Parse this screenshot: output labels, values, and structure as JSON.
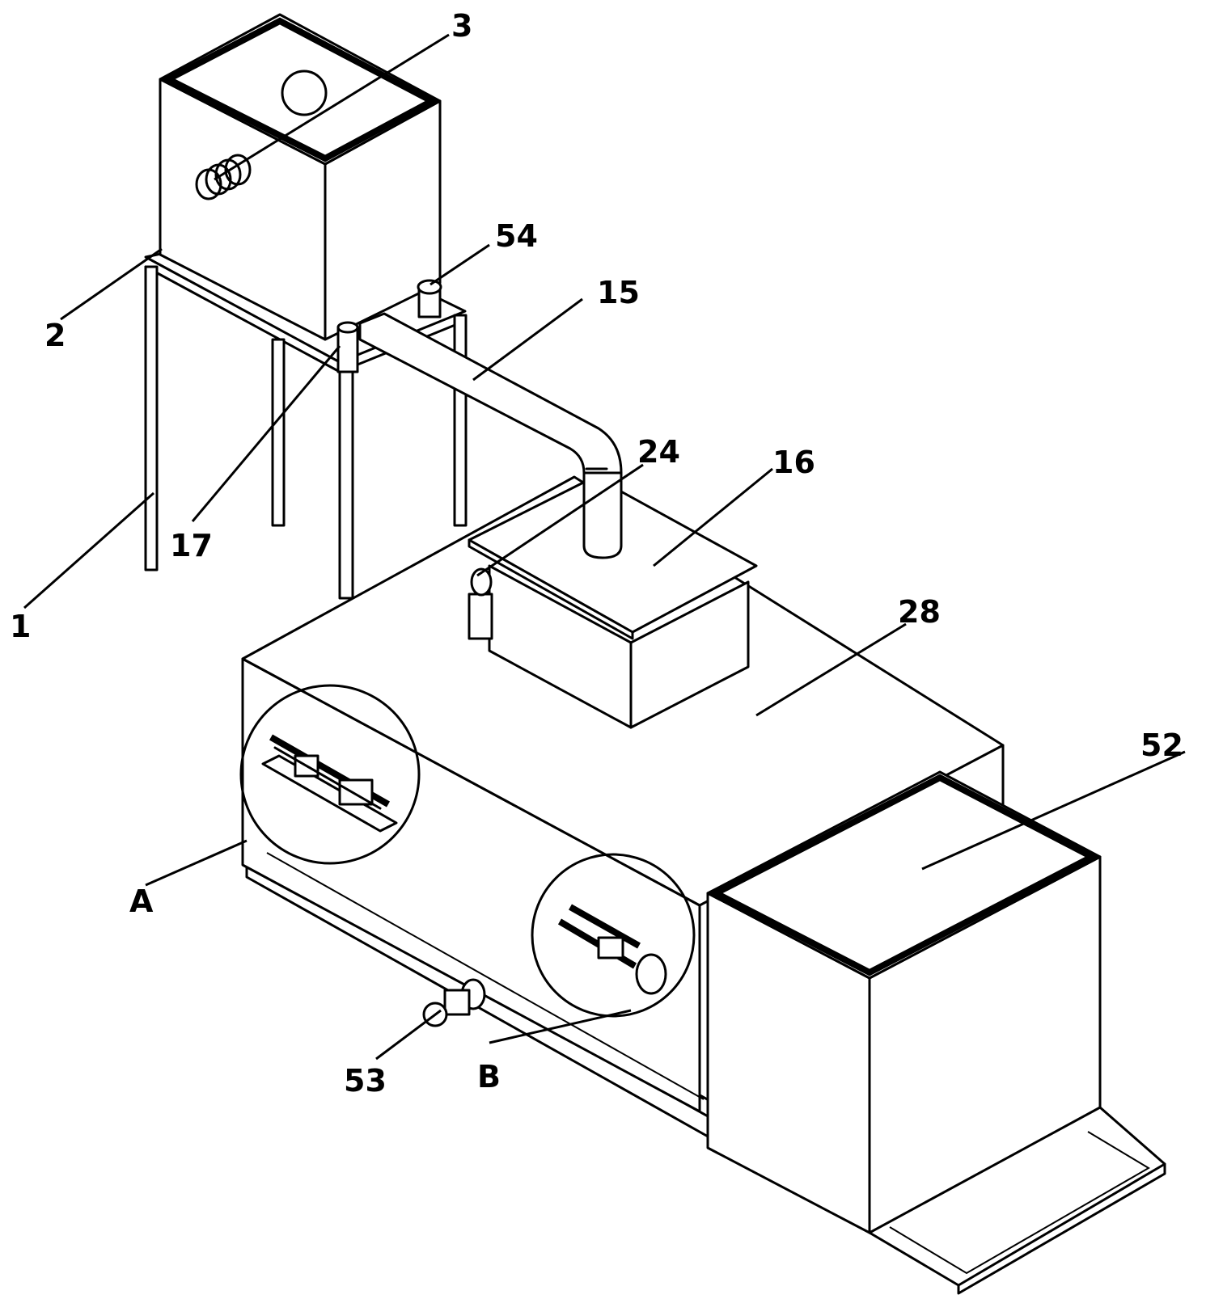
{
  "labels": {
    "l1": "1",
    "l2": "2",
    "l3": "3",
    "l15": "15",
    "l16": "16",
    "l17": "17",
    "l24": "24",
    "l28": "28",
    "l52": "52",
    "l53": "53",
    "l54": "54",
    "lA": "A",
    "lB": "B"
  },
  "colors": {
    "line": "#000000",
    "background": "#ffffff"
  }
}
